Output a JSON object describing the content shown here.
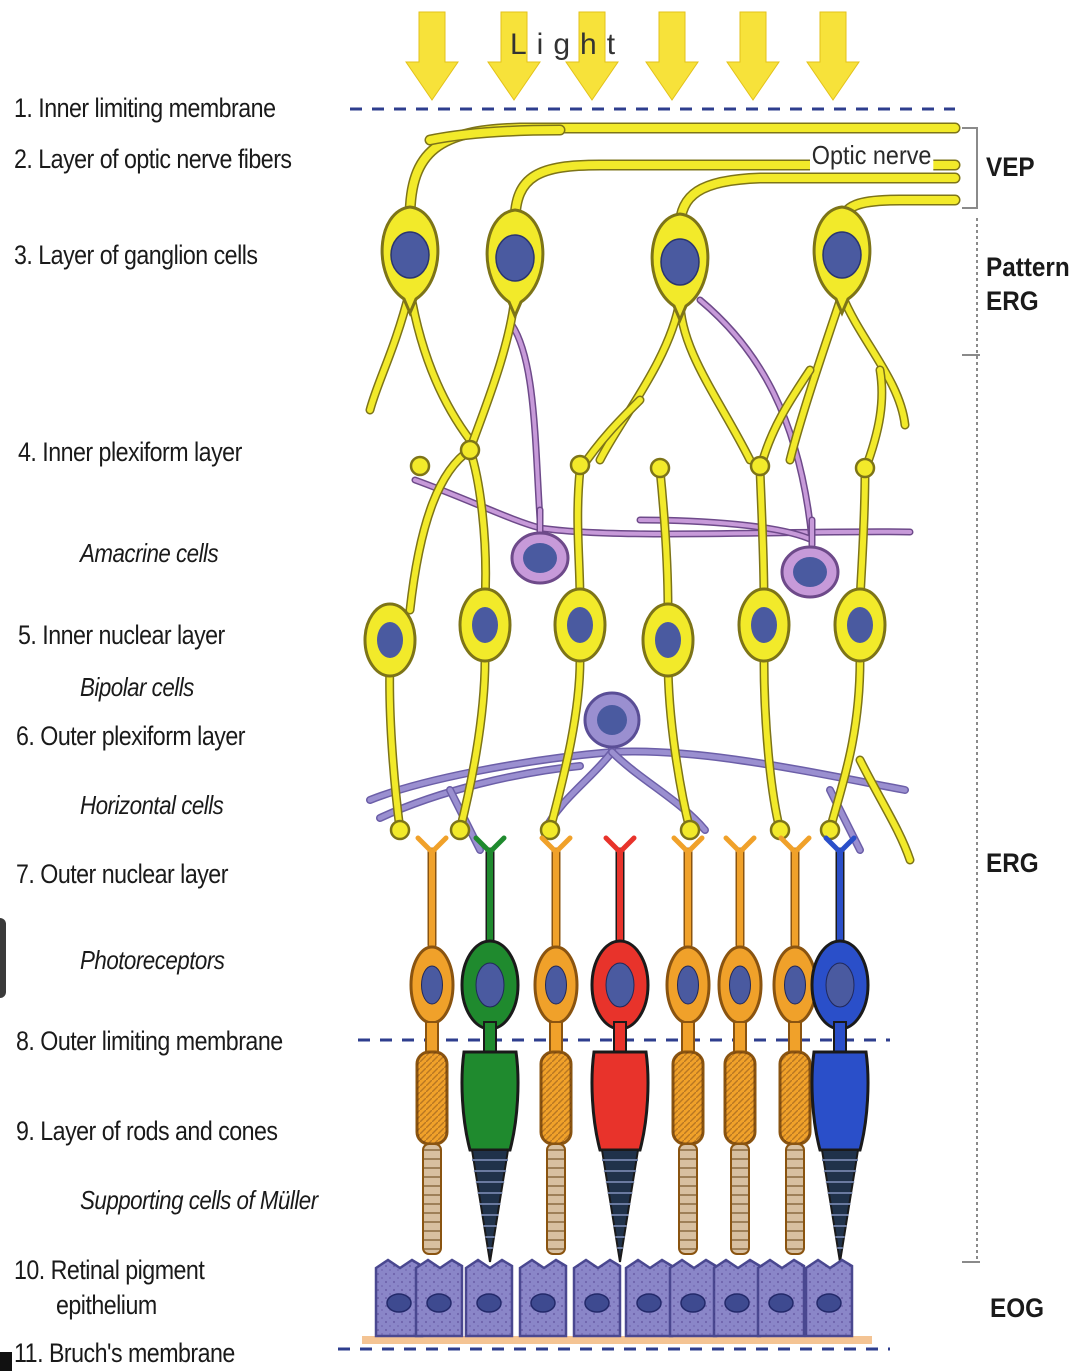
{
  "top_label": "Light",
  "optic_nerve_label": "Optic nerve",
  "layers": [
    {
      "text": "1. Inner limiting membrane",
      "italic": false
    },
    {
      "text": "2. Layer of optic nerve fibers",
      "italic": false
    },
    {
      "text": "3. Layer of ganglion cells",
      "italic": false
    },
    {
      "text": "4. Inner plexiform layer",
      "italic": false
    },
    {
      "text": "Amacrine cells",
      "italic": true
    },
    {
      "text": "5. Inner nuclear layer",
      "italic": false
    },
    {
      "text": "Bipolar cells",
      "italic": true
    },
    {
      "text": "6. Outer plexiform layer",
      "italic": false
    },
    {
      "text": "Horizontal cells",
      "italic": true
    },
    {
      "text": "7. Outer nuclear layer",
      "italic": false
    },
    {
      "text": "Photoreceptors",
      "italic": true
    },
    {
      "text": "8. Outer limiting membrane",
      "italic": false
    },
    {
      "text": "9. Layer of rods and cones",
      "italic": false
    },
    {
      "text": "Supporting cells of Müller",
      "italic": true
    },
    {
      "text": "10. Retinal pigment",
      "italic": false
    },
    {
      "text": "epithelium",
      "italic": false
    },
    {
      "text": "11. Bruch's membrane",
      "italic": false
    }
  ],
  "measures": [
    {
      "line1": "VEP",
      "line2": ""
    },
    {
      "line1": "Pattern",
      "line2": "ERG"
    },
    {
      "line1": "ERG",
      "line2": ""
    },
    {
      "line1": "EOG",
      "line2": ""
    }
  ],
  "colors": {
    "arrow": "#f7e23a",
    "neuron": "#f2ea2a",
    "neuron_outline": "#7d7418",
    "nucleus": "#4a5aa0",
    "amacrine": "#c79ad9",
    "amacrine_outline": "#6e4a8a",
    "horizontal": "#9a8fd0",
    "rod": "#f0a12a",
    "cone_green": "#1f8a2e",
    "cone_red": "#e8332b",
    "cone_blue": "#2a4fc9",
    "rpe": "#8a86c8",
    "membrane": "#2e3e8e",
    "bruch": "#f0b070"
  }
}
